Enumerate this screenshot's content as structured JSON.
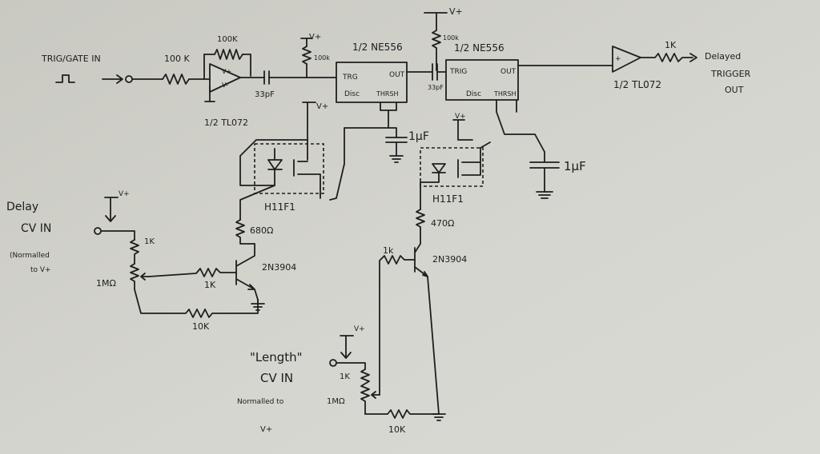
{
  "colors": {
    "paper": "#d2d2cc",
    "ink": "#1e1e1e"
  },
  "input": {
    "title": "TRIG/GATE IN",
    "r1": "100 K",
    "rf": "100K",
    "opamp_plus": "V+",
    "opamp_minus": "V-",
    "cap": "33pF",
    "opamp_name": "1/2 TL072"
  },
  "chip1": {
    "name": "1/2  NE556",
    "trig": "TRG",
    "out": "OUT",
    "disc": "Disc",
    "thrsh": "THRSH",
    "pullup_supply": "V+",
    "pullup_r": "100k"
  },
  "coupling_cap": "33pF",
  "chip2": {
    "name": "1/2 NE556",
    "trig": "TRIG",
    "out": "OUT",
    "disc": "Disc",
    "thrsh": "THRSH",
    "pullup_supply": "V+",
    "pullup_r": "100k"
  },
  "timing_cap_1": "1µF",
  "timing_cap_2": "1µF",
  "optocoupler_1": "H11F1",
  "optocoupler_2": "H11F1",
  "opto1_supply": "V+",
  "opto2_supply": "V+",
  "output": {
    "opamp_name": "1/2 TL072",
    "resistor": "1K",
    "label_1": "Delayed",
    "label_2": "TRIGGER",
    "label_3": "OUT"
  },
  "delay_cv": {
    "title_1": "Delay",
    "title_2": "CV IN",
    "note_1": "(Normalled",
    "note_2": "to V+",
    "supply": "V+",
    "r_top": "1K",
    "pot": "1MΩ",
    "r_base": "1K",
    "r_bottom": "10K",
    "transistor": "2N3904",
    "r_emitter": "680Ω"
  },
  "length_cv": {
    "title_1": "\"Length\"",
    "title_2": "CV IN",
    "note_1": "Normalled to",
    "note_2": "V+",
    "supply": "V+",
    "r_top": "1K",
    "pot": "1MΩ",
    "r_base": "1k",
    "r_bottom": "10K",
    "transistor": "2N3904",
    "r_emitter": "470Ω"
  }
}
